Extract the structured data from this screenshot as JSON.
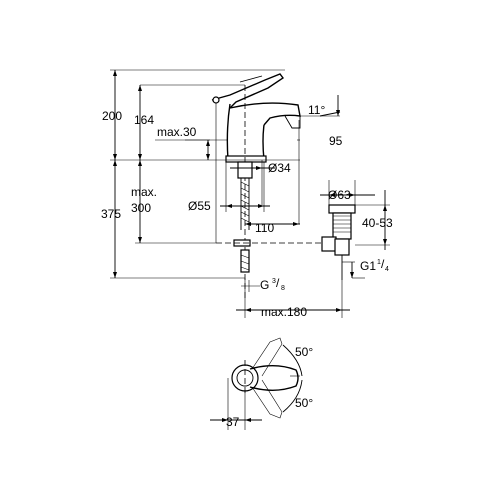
{
  "elevation": {
    "height_total": "200",
    "height_spout": "164",
    "height_mount": "max.30",
    "angle_spout": "11°",
    "reach": "95",
    "diameter_body": "Ø34",
    "diameter_base": "Ø55",
    "below_total": "375",
    "below_max_label": "max.",
    "below_max_value": "300",
    "spacing": "110",
    "waste_diameter": "Ø63",
    "waste_range": "40-53",
    "waste_thread_main": "G1",
    "waste_thread_num": "1",
    "waste_thread_den": "4",
    "hose_thread_main": "G",
    "hose_thread_num": "3",
    "hose_thread_den": "8",
    "max_distance": "max.180"
  },
  "plan": {
    "angle_up": "50°",
    "angle_down": "50°",
    "offset": "37"
  }
}
